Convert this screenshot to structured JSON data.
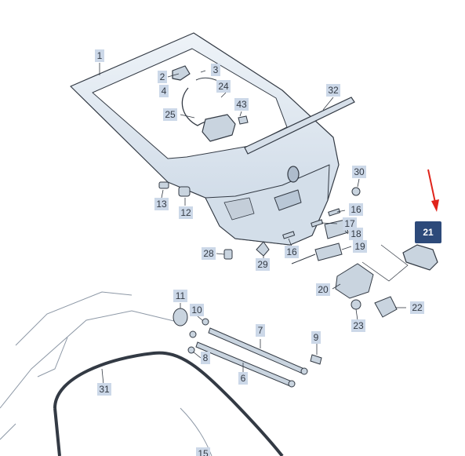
{
  "diagram": {
    "colors": {
      "label_box": "#ccd8e8",
      "highlight_box": "#2d4a7a",
      "arrow": "#e0241b",
      "panel_fill": "#dde6f0",
      "line": "#333a44"
    },
    "callouts": [
      {
        "id": "c1",
        "text": "1"
      },
      {
        "id": "c2",
        "text": "2"
      },
      {
        "id": "c3",
        "text": "3"
      },
      {
        "id": "c4",
        "text": "4"
      },
      {
        "id": "c24",
        "text": "24"
      },
      {
        "id": "c25",
        "text": "25"
      },
      {
        "id": "c43",
        "text": "43"
      },
      {
        "id": "c32",
        "text": "32"
      },
      {
        "id": "c30",
        "text": "30"
      },
      {
        "id": "c13",
        "text": "13"
      },
      {
        "id": "c12",
        "text": "12"
      },
      {
        "id": "c16a",
        "text": "16"
      },
      {
        "id": "c17",
        "text": "17"
      },
      {
        "id": "c18",
        "text": "18"
      },
      {
        "id": "c19",
        "text": "19"
      },
      {
        "id": "c16b",
        "text": "16"
      },
      {
        "id": "c28",
        "text": "28"
      },
      {
        "id": "c29",
        "text": "29"
      },
      {
        "id": "c20",
        "text": "20"
      },
      {
        "id": "c23",
        "text": "23"
      },
      {
        "id": "c22",
        "text": "22"
      },
      {
        "id": "c11",
        "text": "11"
      },
      {
        "id": "c10",
        "text": "10"
      },
      {
        "id": "c8",
        "text": "8"
      },
      {
        "id": "c7",
        "text": "7"
      },
      {
        "id": "c9",
        "text": "9"
      },
      {
        "id": "c6",
        "text": "6"
      },
      {
        "id": "c31",
        "text": "31"
      },
      {
        "id": "c15",
        "text": "15"
      }
    ],
    "highlight": {
      "text": "21"
    }
  }
}
